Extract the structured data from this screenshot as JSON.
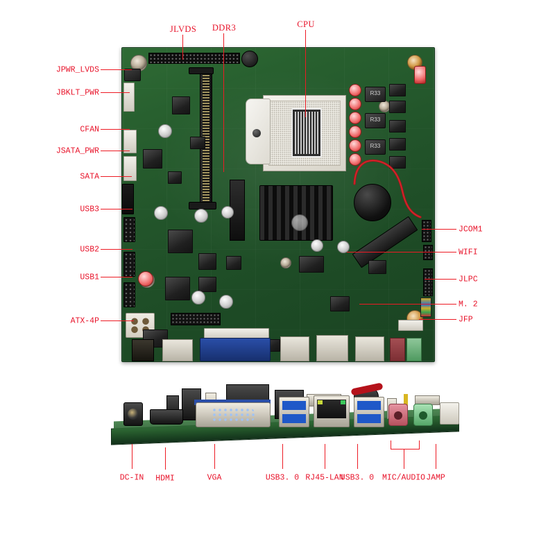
{
  "figure": {
    "title": "Mini-ITX motherboard connector callout diagram",
    "label_color": "#ed1b24",
    "pcb_color": "#22542a"
  },
  "top_view": {
    "name": "top-down board view",
    "callouts_top": [
      {
        "id": "jlvds",
        "label": "JLVDS"
      },
      {
        "id": "ddr3",
        "label": "DDR3"
      },
      {
        "id": "cpu",
        "label": "CPU"
      }
    ],
    "callouts_left": [
      {
        "id": "jpwr_lvds",
        "label": "JPWR_LVDS"
      },
      {
        "id": "jbklt_pwr",
        "label": "JBKLT_PWR"
      },
      {
        "id": "cfan",
        "label": "CFAN"
      },
      {
        "id": "jsata_pwr",
        "label": "JSATA_PWR"
      },
      {
        "id": "sata",
        "label": "SATA"
      },
      {
        "id": "usb3",
        "label": "USB3"
      },
      {
        "id": "usb2",
        "label": "USB2"
      },
      {
        "id": "usb1",
        "label": "USB1"
      },
      {
        "id": "atx4p",
        "label": "ATX-4P"
      }
    ],
    "callouts_right": [
      {
        "id": "jcom1",
        "label": "JCOM1"
      },
      {
        "id": "wifi",
        "label": "WIFI"
      },
      {
        "id": "jlpc",
        "label": "JLPC"
      },
      {
        "id": "m2",
        "label": "M. 2"
      },
      {
        "id": "jfp",
        "label": "JFP"
      }
    ],
    "silkscreen": [
      {
        "id": "ind1",
        "label": "R33"
      },
      {
        "id": "ind2",
        "label": "R33"
      },
      {
        "id": "ind3",
        "label": "R33"
      }
    ]
  },
  "edge_view": {
    "name": "rear I/O edge view",
    "callouts_bottom": [
      {
        "id": "dc_in",
        "label": "DC-IN"
      },
      {
        "id": "hdmi",
        "label": "HDMI"
      },
      {
        "id": "vga",
        "label": "VGA"
      },
      {
        "id": "usb30_a",
        "label": "USB3. 0"
      },
      {
        "id": "rj45_lan",
        "label": "RJ45-LAN"
      },
      {
        "id": "usb30_b",
        "label": "USB3. 0"
      },
      {
        "id": "mic_audio",
        "label": "MIC/AUDIO"
      },
      {
        "id": "jamp",
        "label": "JAMP"
      }
    ]
  }
}
